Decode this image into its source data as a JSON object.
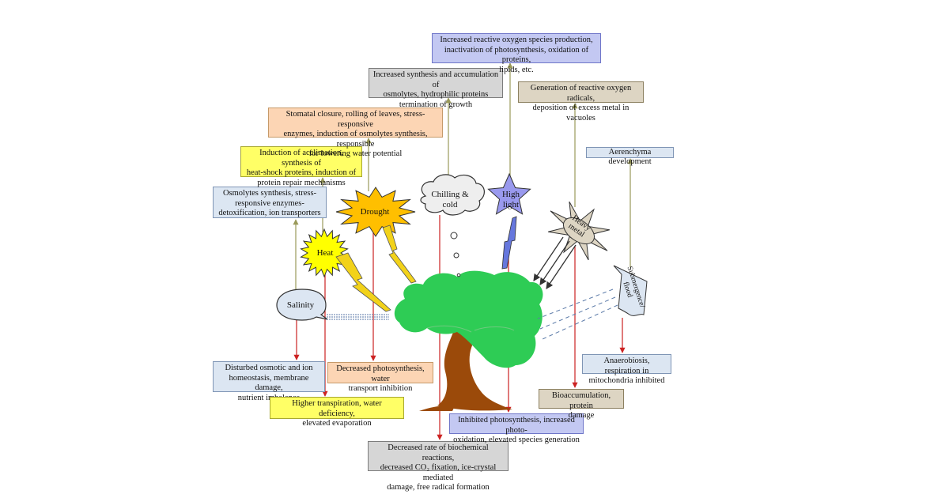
{
  "stressors": {
    "heat": "Heat",
    "drought": "Drought",
    "chilling": "Chilling &\ncold",
    "high_light": "High\nlight",
    "heavy_metal": "Heavy\nmetal",
    "submergence": "Submergence/\nflood",
    "salinity": "Salinity"
  },
  "responses": {
    "salinity": "Osmolytes synthesis, stress-\nresponsive enzymes-\ndetoxification, ion transporters",
    "heat": "Induction of acclimation, synthesis of\nheat-shock proteins, induction of\nprotein repair mechanisms",
    "drought": "Stomatal closure, rolling of leaves, stress-responsive\nenzymes, induction of osmolytes synthesis,  responsible\nfor lowering water potential",
    "chilling": "Increased synthesis and accumulation of\nosmolytes, hydrophilic proteins\ntermination of growth",
    "high_light": "Increased  reactive oxygen species production,\ninactivation of photosynthesis, oxidation of proteins,\nlipids, etc.",
    "heavy_metal": "Generation of reactive oxygen radicals,\ndeposition of excess metal in vacuoles",
    "submergence": "Aerenchyma development"
  },
  "effects": {
    "salinity": "Disturbed osmotic and ion\nhomeostasis, membrane damage,\nnutrient imbalance",
    "drought": "Decreased photosynthesis, water\ntransport  inhibition",
    "heat": "Higher transpiration, water deficiency,\nelevated evaporation",
    "chilling": "Decreased rate of biochemical reactions,\ndecreased CO₂ fixation, ice-crystal mediated\ndamage, free radical formation",
    "high_light": "Inhibited photosynthesis, increased photo-\noxidation, elevated species generation",
    "heavy_metal": "Bioaccumulation, protein\ndamage",
    "submergence": "Anaerobiosis, respiration in\nmitochondria inhibited"
  },
  "colors": {
    "tree_canopy": "#2ecc55",
    "trunk": "#9b4a0a",
    "heat_sun": "#ffff00",
    "drought_sun": "#ffbf00",
    "lightning": "#f2d21a",
    "star": "#9999ee",
    "cloud": "#eeeeee",
    "heavy_metal": "#ddd5c3",
    "flood_banner": "#dce6f2",
    "red_arrow": "#cc2222",
    "olive_arrow": "#9a9a5a",
    "bolt_blue": "#6677dd"
  },
  "icons": [
    "heat-sun-icon",
    "drought-sun-icon",
    "cloud-icon",
    "star-icon",
    "heavy-metal-icon",
    "flood-banner-icon",
    "salinity-bubble-icon",
    "lightning-icon",
    "tree-icon"
  ]
}
